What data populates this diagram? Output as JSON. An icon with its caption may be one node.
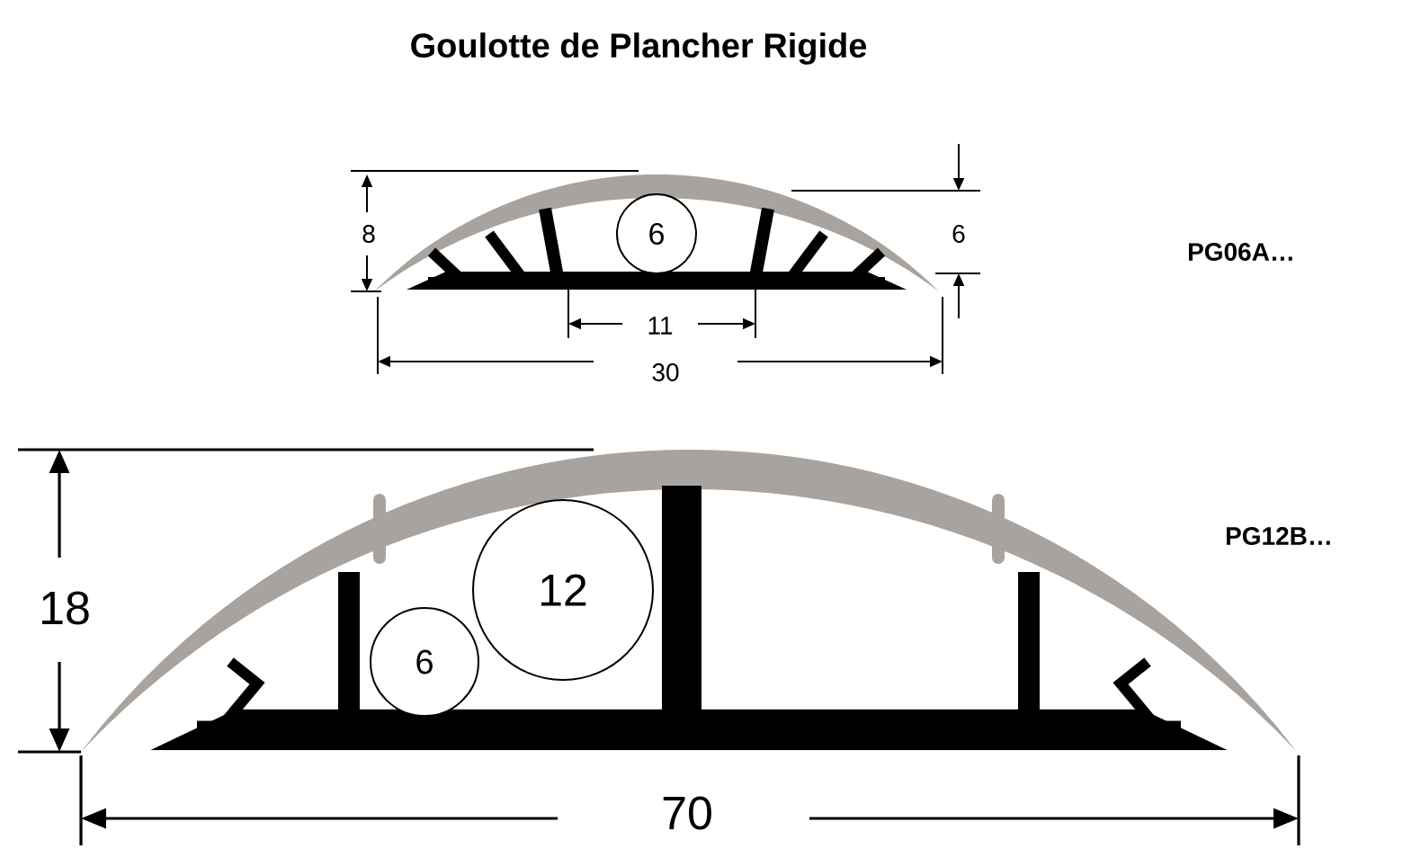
{
  "diagram": {
    "title": "Goulotte de Plancher Rigide",
    "nodes": [
      {
        "text": [
          "6"
        ]
      },
      {
        "text": [
          "12"
        ]
      },
      {
        "text": [
          "6"
        ]
      }
    ],
    "labels": [
      "8",
      "6",
      "PG06A…",
      "11",
      "30",
      "18",
      "PG12B…",
      "70"
    ]
  }
}
